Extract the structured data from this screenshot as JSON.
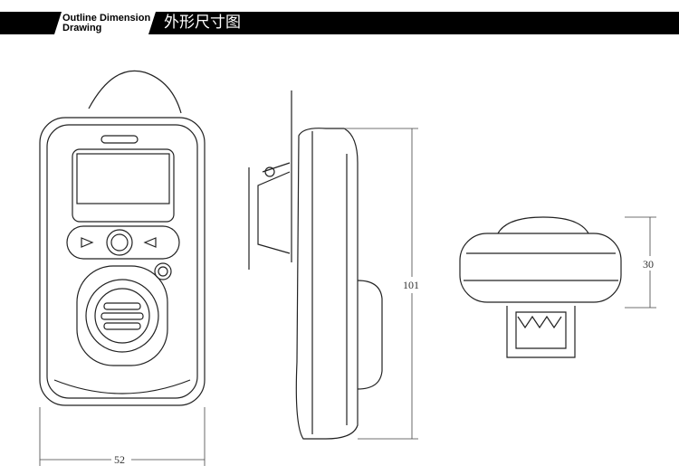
{
  "header": {
    "title_en_line1": "Outline Dimension",
    "title_en_line2": "Drawing",
    "title_zh": "外形尺寸图"
  },
  "dimensions": {
    "width": "52",
    "height": "101",
    "depth": "30"
  }
}
